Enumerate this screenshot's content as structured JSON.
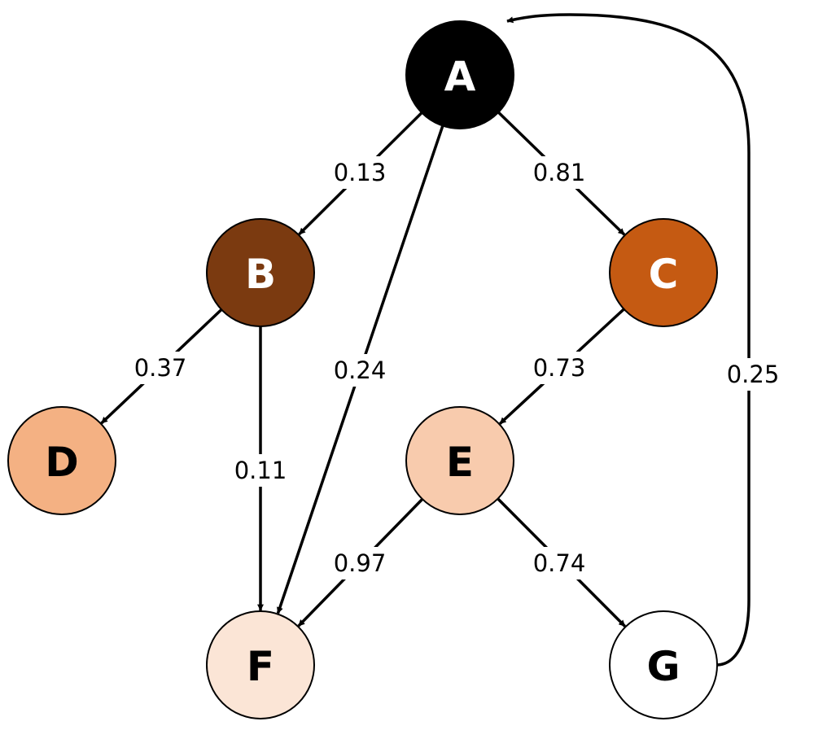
{
  "nodes": {
    "A": {
      "label": "A",
      "fill": "#000000",
      "text_color": "#ffffff"
    },
    "B": {
      "label": "B",
      "fill": "#7b3a10",
      "text_color": "#ffffff"
    },
    "C": {
      "label": "C",
      "fill": "#c55a12",
      "text_color": "#ffffff"
    },
    "D": {
      "label": "D",
      "fill": "#f4b183",
      "text_color": "#000000"
    },
    "E": {
      "label": "E",
      "fill": "#f8cbad",
      "text_color": "#000000"
    },
    "F": {
      "label": "F",
      "fill": "#fbe5d6",
      "text_color": "#000000"
    },
    "G": {
      "label": "G",
      "fill": "#ffffff",
      "text_color": "#000000"
    }
  },
  "edges": [
    {
      "from": "A",
      "to": "B",
      "weight": "0.13"
    },
    {
      "from": "A",
      "to": "C",
      "weight": "0.81"
    },
    {
      "from": "A",
      "to": "F",
      "weight": "0.24"
    },
    {
      "from": "B",
      "to": "D",
      "weight": "0.37"
    },
    {
      "from": "B",
      "to": "F",
      "weight": "0.11"
    },
    {
      "from": "C",
      "to": "E",
      "weight": "0.73"
    },
    {
      "from": "E",
      "to": "F",
      "weight": "0.97"
    },
    {
      "from": "E",
      "to": "G",
      "weight": "0.74"
    },
    {
      "from": "G",
      "to": "A",
      "weight": "0.25"
    }
  ]
}
